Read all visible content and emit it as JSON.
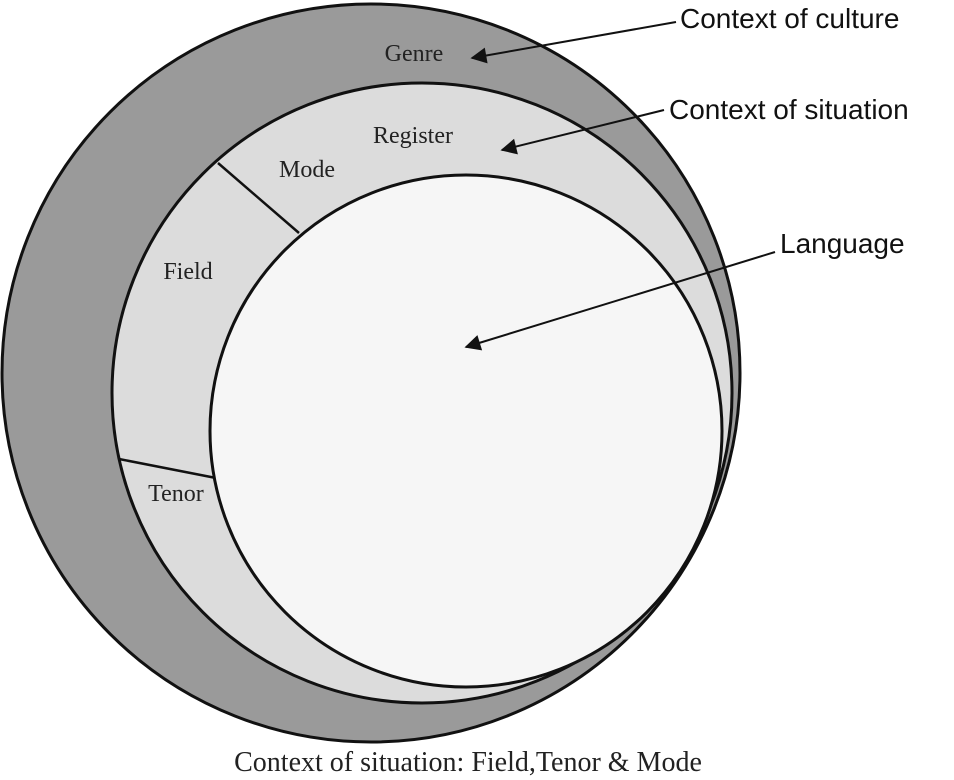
{
  "colors": {
    "culture_fill": "#9a9a9a",
    "situation_fill": "#dcdcdc",
    "language_fill": "#f6f6f6",
    "stroke": "#111111",
    "text": "#222222"
  },
  "rings": {
    "genre": "Genre",
    "register": "Register",
    "mode": "Mode",
    "field": "Field",
    "tenor": "Tenor"
  },
  "callouts": {
    "culture": "Context of culture",
    "situation": "Context of situation",
    "language": "Language"
  },
  "caption": "Context of situation: Field,Tenor & Mode"
}
